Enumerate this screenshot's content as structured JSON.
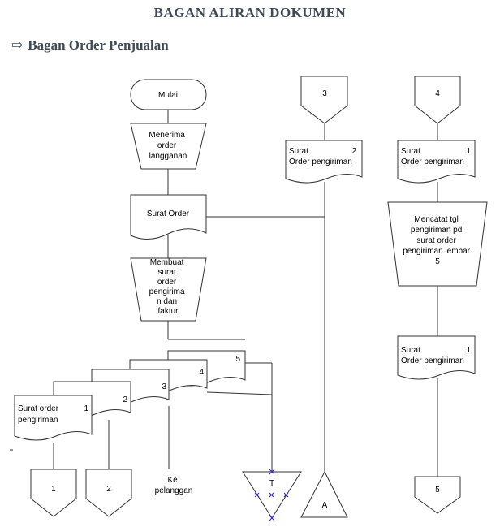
{
  "header": {
    "title": "BAGAN ALIRAN DOKUMEN",
    "subtitle_arrow": "⇨",
    "subtitle": "Bagan Order  Penjualan"
  },
  "flow": {
    "start": "Mulai",
    "receive_order": [
      "Menerima",
      "order",
      "langganan"
    ],
    "sales_order": "Surat Order",
    "make_docs": [
      "Membuat",
      "surat",
      "order",
      "pengirima",
      "n dan",
      "faktur"
    ],
    "copy_labels": [
      "1",
      "2",
      "3",
      "4",
      "5"
    ],
    "surat_order_pengiriman": [
      "Surat order",
      "pengiriman"
    ],
    "to_customer": [
      "Ke",
      "pelanggan"
    ],
    "file_t": "T",
    "connector_1": "1",
    "connector_2": "2"
  },
  "column_3": {
    "top_connector": "3",
    "doc_line1": "Surat",
    "doc_copy": "2",
    "doc_line2": "Order pengiriman",
    "bottom_connector": "A"
  },
  "column_4": {
    "top_connector": "4",
    "doc_line1": "Surat",
    "doc_copy": "1",
    "doc_line2": "Order pengiriman",
    "process": [
      "Mencatat tgl",
      "pengiriman pd",
      "surat order",
      "pengiriman lembar",
      "5"
    ],
    "doc2_line1": "Surat",
    "doc2_copy": "1",
    "doc2_line2": "Order pengiriman",
    "bottom_connector": "5"
  },
  "colors": {
    "line": "#333333",
    "title": "#3f4a57",
    "mark": "#2b2bd6"
  }
}
